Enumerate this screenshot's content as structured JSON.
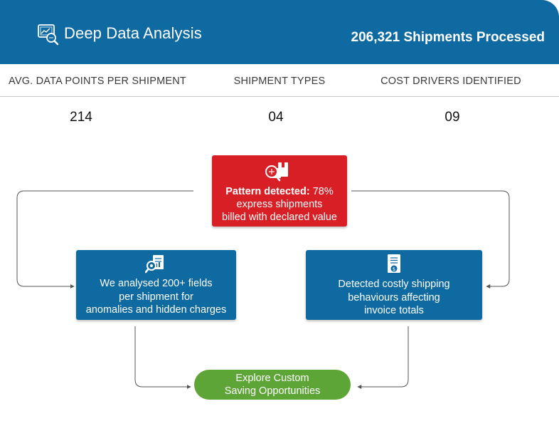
{
  "header": {
    "title": "Deep Data Analysis",
    "count_label": "206,321 Shipments Processed",
    "icon": "magnifier-chart-icon",
    "background_color": "#0e6aa1"
  },
  "metrics": [
    {
      "label": "AVG. DATA POINTS PER SHIPMENT",
      "value": "214"
    },
    {
      "label": "SHIPMENT TYPES",
      "value": "04"
    },
    {
      "label": "COST DRIVERS IDENTIFIED",
      "value": "09"
    }
  ],
  "flow": {
    "pattern_box": {
      "icon": "search-package-icon",
      "bold_prefix": "Pattern detected:",
      "line1_rest": " 78%",
      "line2": "express shipments",
      "line3": "billed with declared value",
      "color": "#d91f26"
    },
    "analysis_box": {
      "icon": "data-analysis-icon",
      "lines": [
        "We analysed 200+ fields",
        "per shipment for",
        "anomalies and hidden charges"
      ],
      "color": "#0e6aa1"
    },
    "behaviour_box": {
      "icon": "document-dollar-icon",
      "lines": [
        "Detected costly shipping",
        "behaviours affecting",
        "invoice totals"
      ],
      "color": "#0e6aa1"
    },
    "cta": {
      "lines": [
        "Explore Custom",
        "Saving Opportunities"
      ],
      "color": "#5ea537"
    }
  }
}
